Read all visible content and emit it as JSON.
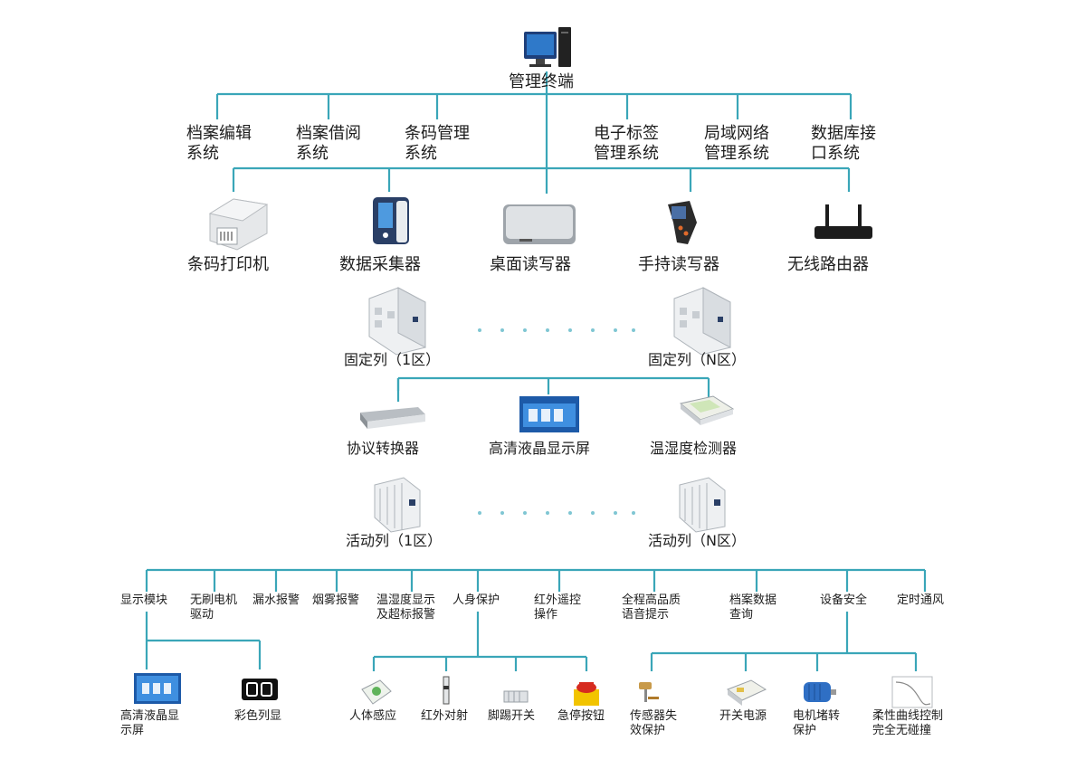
{
  "top": {
    "label": "管理终端",
    "icon": "desktop-computer-icon"
  },
  "systems": [
    {
      "label": "档案编辑\n系统"
    },
    {
      "label": "档案借阅\n系统"
    },
    {
      "label": "条码管理\n系统"
    },
    {
      "label": "电子标签\n管理系统"
    },
    {
      "label": "局域网络\n管理系统"
    },
    {
      "label": "数据库接\n口系统"
    }
  ],
  "devices": [
    {
      "label": "条码打印机",
      "icon": "barcode-printer-icon"
    },
    {
      "label": "数据采集器",
      "icon": "data-collector-icon"
    },
    {
      "label": "桌面读写器",
      "icon": "desktop-reader-icon"
    },
    {
      "label": "手持读写器",
      "icon": "handheld-reader-icon"
    },
    {
      "label": "无线路由器",
      "icon": "wireless-router-icon"
    }
  ],
  "fixed_columns": [
    {
      "label": "固定列（1区）",
      "icon": "fixed-shelf-icon"
    },
    {
      "label": "固定列（N区）",
      "icon": "fixed-shelf-icon"
    }
  ],
  "controllers": [
    {
      "label": "协议转换器",
      "icon": "protocol-converter-icon"
    },
    {
      "label": "高清液晶显示屏",
      "icon": "lcd-screen-icon"
    },
    {
      "label": "温湿度检测器",
      "icon": "humidity-sensor-icon"
    }
  ],
  "mobile_columns": [
    {
      "label": "活动列（1区）",
      "icon": "mobile-shelf-icon"
    },
    {
      "label": "活动列（N区）",
      "icon": "mobile-shelf-icon"
    }
  ],
  "functions": [
    {
      "label": "显示模块"
    },
    {
      "label": "无刷电机\n驱动"
    },
    {
      "label": "漏水报警"
    },
    {
      "label": "烟雾报警"
    },
    {
      "label": "温湿度显示\n及超标报警"
    },
    {
      "label": "人身保护"
    },
    {
      "label": "红外遥控\n操作"
    },
    {
      "label": "全程高品质\n语音提示"
    },
    {
      "label": "档案数据\n查询"
    },
    {
      "label": "设备安全"
    },
    {
      "label": "定时通风"
    }
  ],
  "display_children": [
    {
      "label": "高清液晶显\n示屏",
      "icon": "lcd-panel-icon"
    },
    {
      "label": "彩色列显",
      "icon": "column-display-icon"
    }
  ],
  "safety_children": [
    {
      "label": "人体感应",
      "icon": "body-sensor-icon"
    },
    {
      "label": "红外对射",
      "icon": "infrared-beam-icon"
    },
    {
      "label": "脚踢开关",
      "icon": "kick-switch-icon"
    },
    {
      "label": "急停按钮",
      "icon": "emergency-stop-icon"
    }
  ],
  "equipment_children": [
    {
      "label": "传感器失\n效保护",
      "icon": "sensor-probe-icon"
    },
    {
      "label": "开关电源",
      "icon": "power-supply-icon"
    },
    {
      "label": "电机堵转\n保护",
      "icon": "motor-icon"
    },
    {
      "label": "柔性曲线控制\n完全无碰撞",
      "icon": "curve-chart-icon"
    }
  ],
  "colors": {
    "line": "#3aa6b8",
    "dots": "#7fc6d3",
    "text": "#1e1e1e"
  }
}
